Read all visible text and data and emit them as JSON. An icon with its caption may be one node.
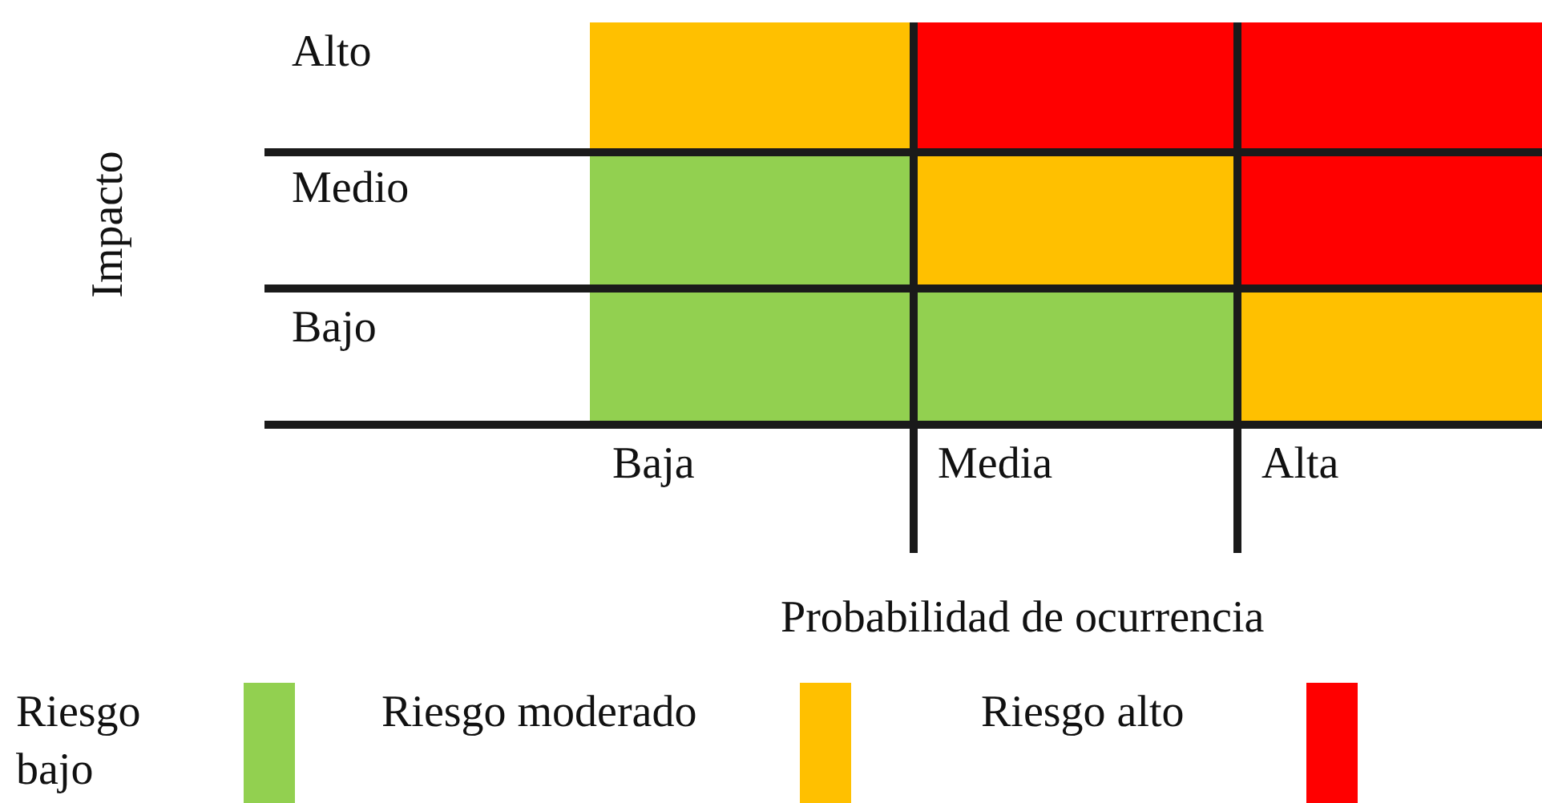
{
  "diagram": {
    "labels": [
      "Alto",
      "Medio",
      "Bajo",
      "Impacto",
      "Baja",
      "Media",
      "Alta",
      "Probabilidad de ocurrencia"
    ],
    "legend": [
      {
        "text": "Riesgo bajo",
        "color": "#92d050"
      },
      {
        "text": "Riesgo moderado",
        "color": "#ffc000"
      },
      {
        "text": "Riesgo alto",
        "color": "#ff0000"
      }
    ]
  }
}
